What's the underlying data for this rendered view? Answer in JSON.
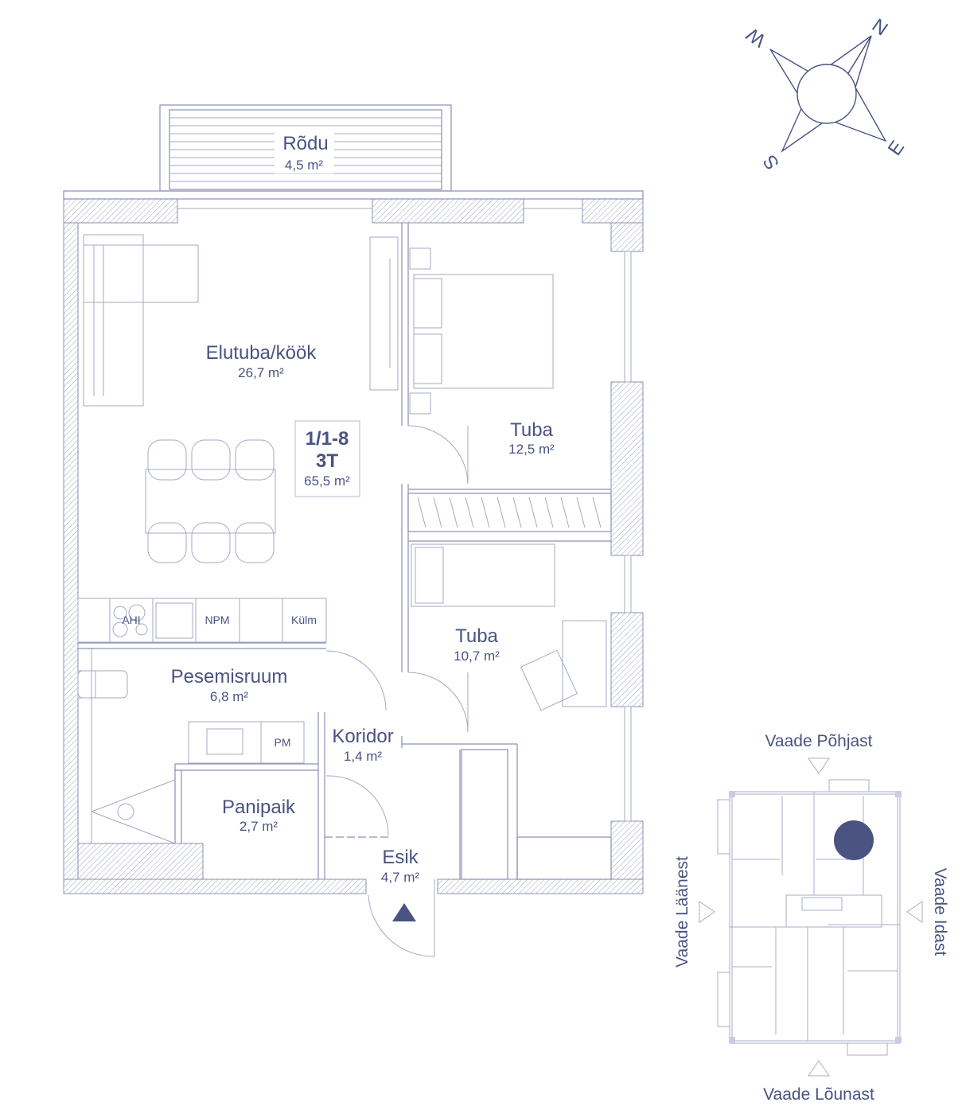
{
  "apartment": {
    "code": "1/1-8",
    "type": "3T",
    "area": "65,5 m²"
  },
  "rooms": [
    {
      "name": "Rõdu",
      "area": "4,5 m²"
    },
    {
      "name": "Elutuba/köök",
      "area": "26,7 m²"
    },
    {
      "name": "Tuba",
      "area": "12,5 m²"
    },
    {
      "name": "Tuba",
      "area": "10,7 m²"
    },
    {
      "name": "Pesemisruum",
      "area": "6,8 m²"
    },
    {
      "name": "Koridor",
      "area": "1,4 m²"
    },
    {
      "name": "Panipaik",
      "area": "2,7 m²"
    },
    {
      "name": "Esik",
      "area": "4,7 m²"
    }
  ],
  "appliances": {
    "oven": "AHI",
    "dishwasher": "NPM",
    "fridge": "Külm",
    "washer": "PM"
  },
  "compass": {
    "n": "N",
    "e": "E",
    "s": "S",
    "w": "W"
  },
  "views": {
    "north": "Vaade Põhjast",
    "south": "Vaade Lõunast",
    "west": "Vaade Läänest",
    "east": "Vaade Idast"
  },
  "colors": {
    "accent": "#4a5382",
    "line": "#8a90b2"
  }
}
